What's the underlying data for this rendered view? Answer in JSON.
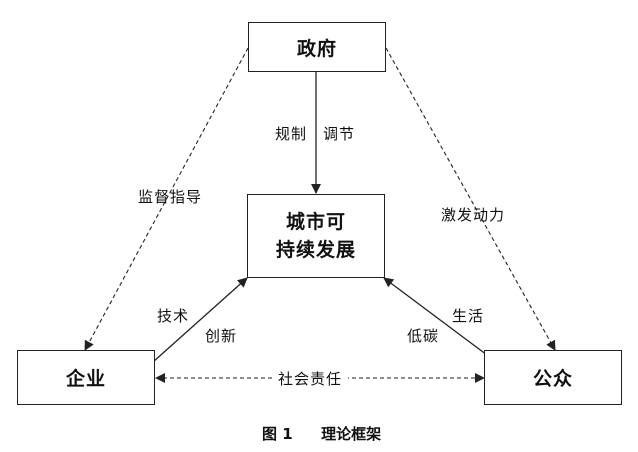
{
  "nodes": {
    "government": "政府",
    "city_line1": "城市可",
    "city_line2": "持续发展",
    "enterprise": "企业",
    "public": "公众"
  },
  "edges": {
    "gov_to_city": [
      "规制",
      "调节"
    ],
    "gov_to_enterprise": "监督指导",
    "gov_to_public": "激发动力",
    "enterprise_to_city": [
      "技术",
      "创新"
    ],
    "public_to_city": [
      "生活",
      "低碳"
    ],
    "enterprise_public": "社会责任"
  },
  "caption": {
    "figure_no": "图 1",
    "title": "理论框架"
  }
}
